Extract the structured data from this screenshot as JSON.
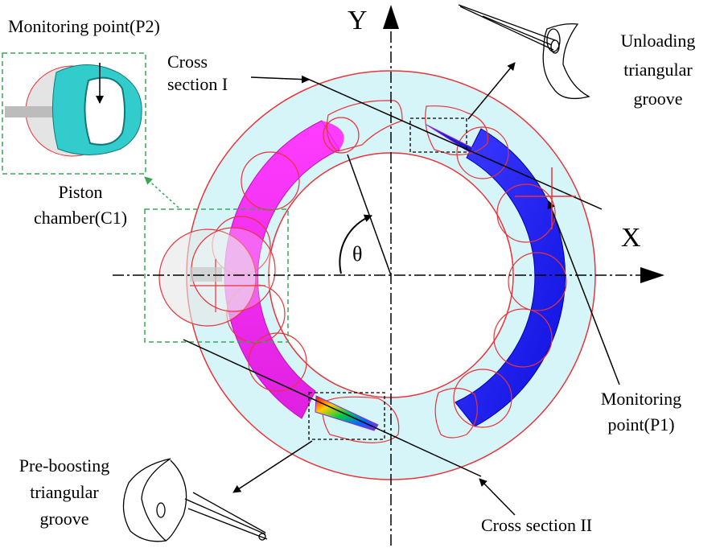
{
  "labels": {
    "monitoring_p2": "Monitoring point(P2)",
    "cross_section_1": "Cross\nsection I",
    "cross_section_2": "Cross section II",
    "unloading_groove": "Unloading\ntriangular\ngroove",
    "piston_chamber": "Piston\nchamber(C1)",
    "monitoring_p1": "Monitoring\npoint(P1)",
    "preboosting_groove": "Pre-boosting\ntriangular\ngroove",
    "axis_x": "X",
    "axis_y": "Y",
    "theta": "θ"
  },
  "colors": {
    "annulus": "#d6f5f8",
    "ring_outline": "#e8333a",
    "high_pressure_kidney": "#ff33ff",
    "low_pressure_kidney": "#2222ff",
    "inset_frame": "#3aa655",
    "piston_cyan": "#33cccc",
    "triangular_groove_tip": "#8a2be2",
    "axis_line": "#000000"
  }
}
